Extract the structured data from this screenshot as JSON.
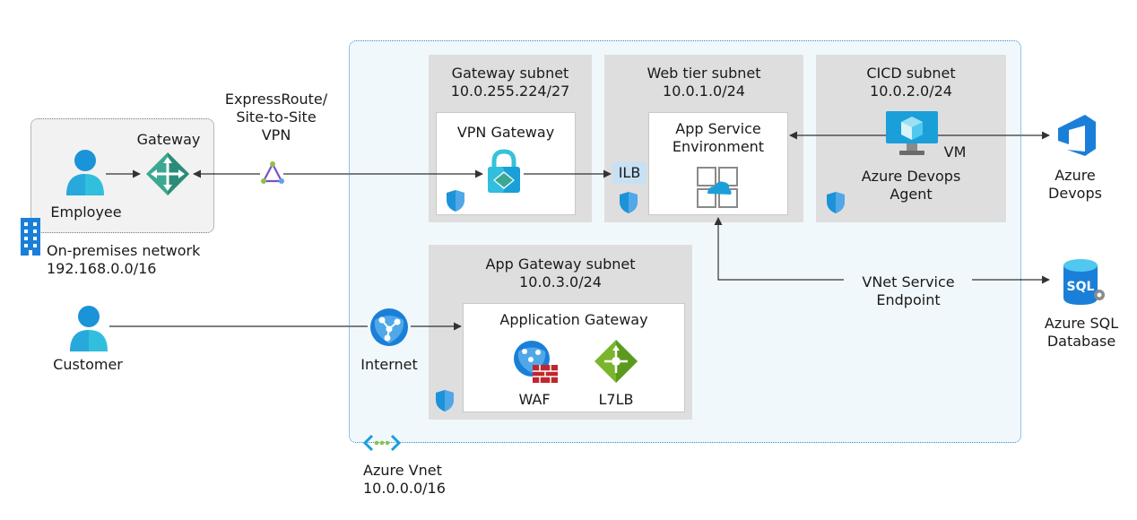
{
  "vnet": {
    "name": "Azure Vnet",
    "cidr": "10.0.0.0/16"
  },
  "onprem": {
    "gateway_label": "Gateway",
    "employee_label": "Employee",
    "network_label": "On-premises network",
    "network_cidr": "192.168.0.0/16"
  },
  "connection": {
    "line1": "ExpressRoute/",
    "line2": "Site-to-Site",
    "line3": "VPN"
  },
  "subnets": {
    "gateway": {
      "title": "Gateway subnet",
      "cidr": "10.0.255.224/27",
      "inner": "VPN Gateway"
    },
    "web": {
      "title": "Web tier subnet",
      "cidr": "10.0.1.0/24",
      "inner_line1": "App Service",
      "inner_line2": "Environment",
      "ilb": "ILB"
    },
    "cicd": {
      "title": "CICD subnet",
      "cidr": "10.0.2.0/24",
      "vm": "VM",
      "agent_line1": "Azure Devops",
      "agent_line2": "Agent"
    },
    "appgw": {
      "title": "App Gateway subnet",
      "cidr": "10.0.3.0/24",
      "inner": "Application Gateway",
      "waf": "WAF",
      "l7lb": "L7LB"
    }
  },
  "external": {
    "devops_line1": "Azure",
    "devops_line2": "Devops",
    "sql_line1": "Azure SQL",
    "sql_line2": "Database",
    "endpoint_line1": "VNet Service",
    "endpoint_line2": "Endpoint",
    "customer": "Customer",
    "internet": "Internet"
  },
  "icons": [
    "user-icon",
    "router-gateway-icon",
    "vpn-triangle-icon",
    "lock-gateway-icon",
    "shield-icon",
    "app-service-env-icon",
    "vm-monitor-icon",
    "azure-devops-icon",
    "sql-database-icon",
    "building-icon",
    "internet-globe-icon",
    "waf-icon",
    "l7lb-icon",
    "vnet-icon"
  ],
  "colors": {
    "vnet_border": "#2f8fd5",
    "vnet_fill": "#f1f8fc",
    "subnet_fill": "#dedede",
    "azure_blue": "#0078d4",
    "ilb_fill": "#c7e0f4"
  }
}
